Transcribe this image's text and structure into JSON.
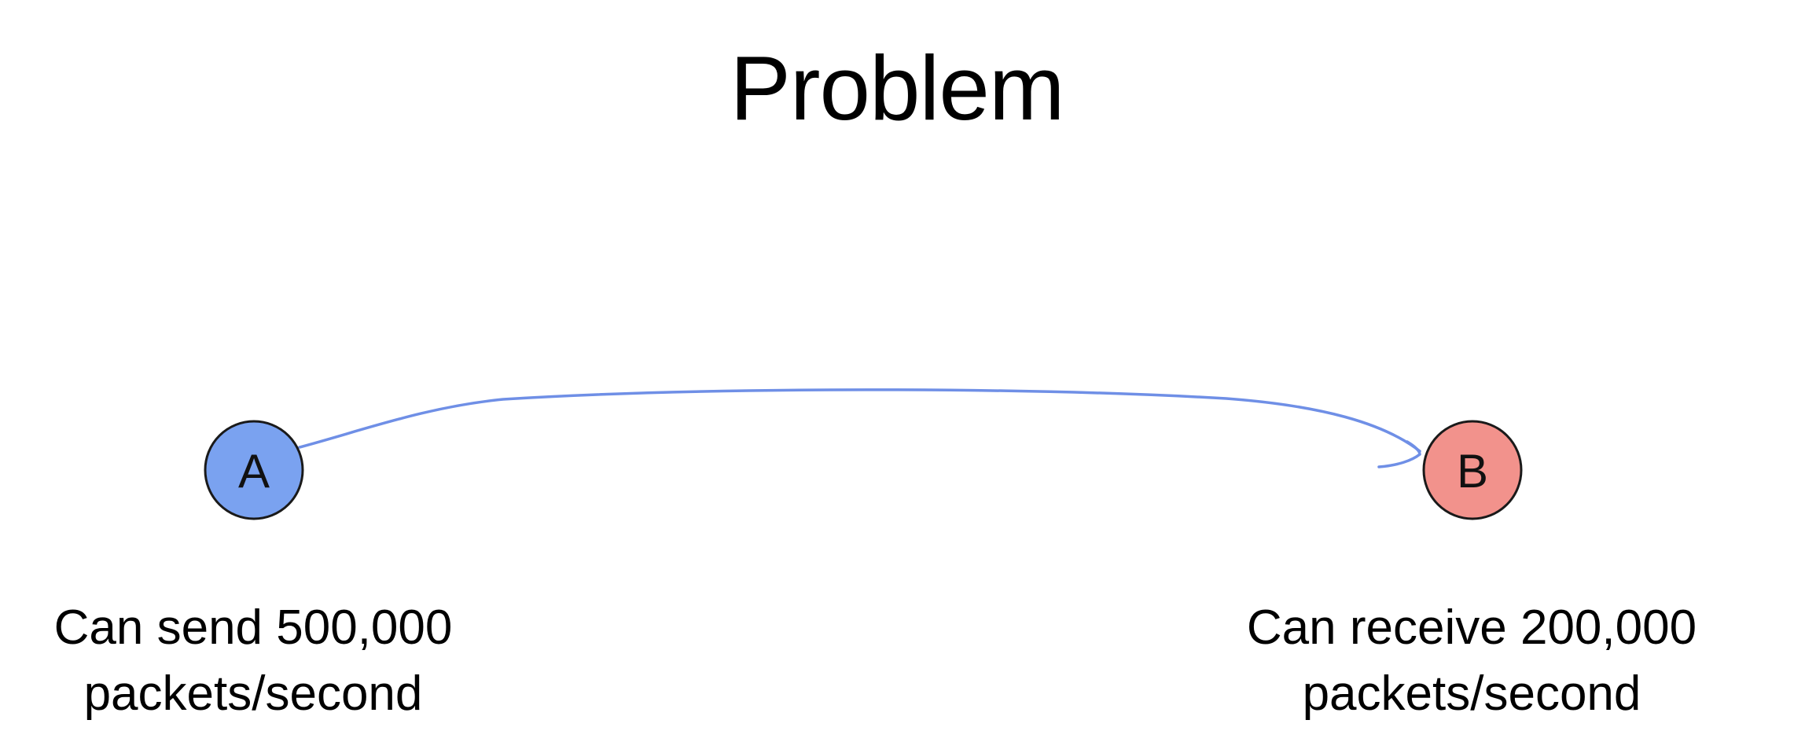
{
  "slide": {
    "title": "Problem"
  },
  "nodes": {
    "a": {
      "label": "A",
      "fill": "#7aa2f0"
    },
    "b": {
      "label": "B",
      "fill": "#f2928c"
    }
  },
  "edge": {
    "color": "#6f8fe6"
  },
  "captions": {
    "a": {
      "line1": "Can send 500,000",
      "line2": "packets/second"
    },
    "b": {
      "line1": "Can receive 200,000",
      "line2": "packets/second"
    }
  }
}
